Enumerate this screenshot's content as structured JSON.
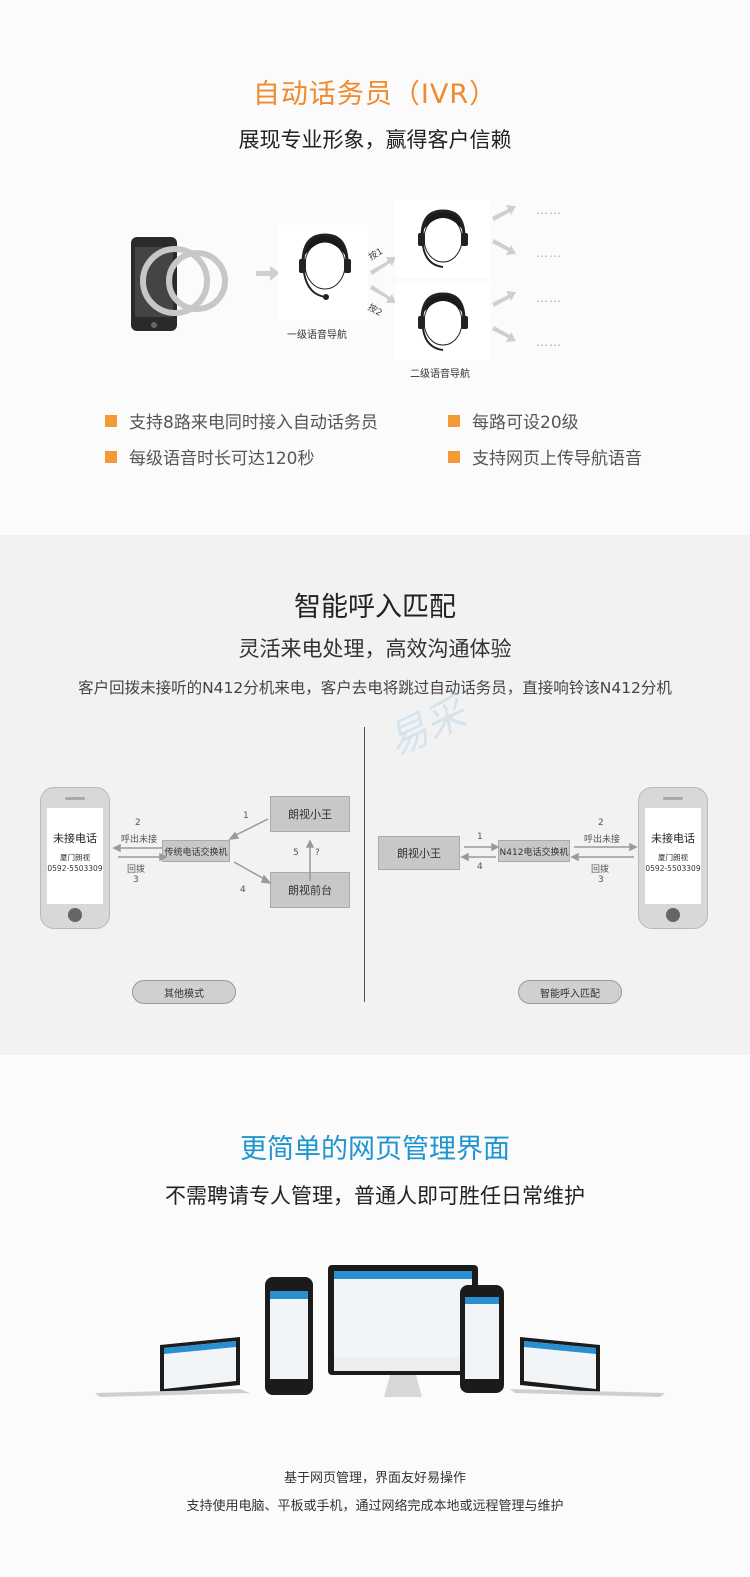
{
  "ivr": {
    "title": "自动话务员（IVR）",
    "subtitle": "展现专业形象，赢得客户信赖",
    "diagram": {
      "level1_label": "一级语音导航",
      "level2_label": "二级语音导航",
      "press1": "按1",
      "press2": "按2",
      "dots": "……"
    },
    "bullets": [
      "支持8路来电同时接入自动话务员",
      "每路可设20级",
      "每级语音时长可达120秒",
      "支持网页上传导航语音"
    ],
    "accent_color": "#f08a2c"
  },
  "match": {
    "title": "智能呼入匹配",
    "subtitle": "灵活来电处理，高效沟通体验",
    "description": "客户回拨未接听的N412分机来电，客户去电将跳过自动话务员，直接响铃该N412分机",
    "watermark": "易采",
    "left": {
      "phone_title": "未接电话",
      "phone_line1": "厦门朗视",
      "phone_line2": "0592-5503309",
      "switch_label": "传统电话交换机",
      "box_top": "朗视小王",
      "box_bottom": "朗视前台",
      "n1": "1",
      "n2": "2",
      "n3": "3",
      "n4": "4",
      "n5": "5",
      "question": "?",
      "out_missed": "呼出未接",
      "callback": "回拨",
      "mode_label": "其他模式"
    },
    "right": {
      "box_left": "朗视小王",
      "switch_label": "N412电话交换机",
      "phone_title": "未接电话",
      "phone_line1": "厦门朗视",
      "phone_line2": "0592-5503309",
      "n1": "1",
      "n2": "2",
      "n3": "3",
      "n4": "4",
      "out_missed": "呼出未接",
      "callback": "回拨",
      "mode_label": "智能呼入匹配"
    }
  },
  "web": {
    "title": "更简单的网页管理界面",
    "subtitle": "不需聘请专人管理，普通人即可胜任日常维护",
    "caption1": "基于网页管理，界面友好易操作",
    "caption2": "支持使用电脑、平板或手机，通过网络完成本地或远程管理与维护",
    "accent_color": "#1d95d1"
  }
}
